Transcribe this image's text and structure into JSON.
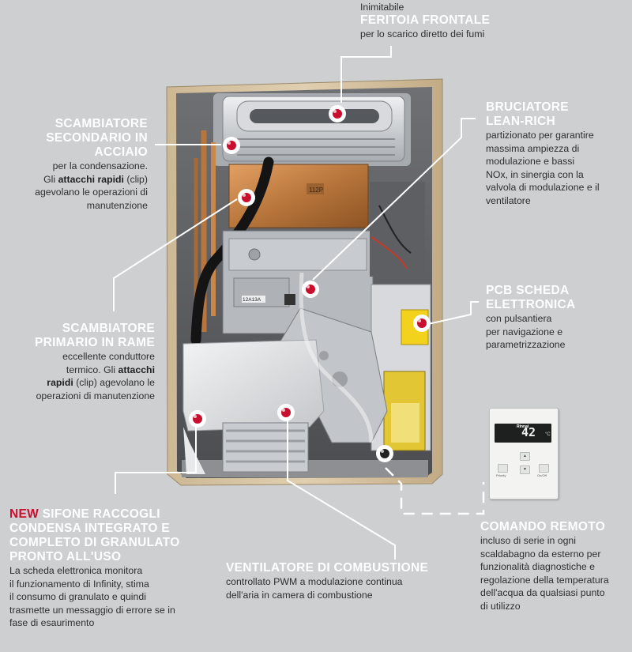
{
  "labels": {
    "feritoia": {
      "pre": "Inimitabile",
      "title": "FERITOIA FRONTALE",
      "body": "per lo scarico diretto dei fumi"
    },
    "scambiatore_secondario": {
      "title_l1": "SCAMBIATORE",
      "title_l2": "SECONDARIO IN",
      "title_l3": "ACCIAIO",
      "body_l1": "per la condensazione.",
      "body_l2_pre": "Gli ",
      "body_l2_bold": "attacchi rapidi",
      "body_l2_post": " (clip)",
      "body_l3": "agevolano le operazioni di",
      "body_l4": "manutenzione"
    },
    "bruciatore": {
      "title_l1": "BRUCIATORE",
      "title_l2": "LEAN-RICH",
      "body_l1": "partizionato per garantire",
      "body_l2": "massima ampiezza di",
      "body_l3": "modulazione e bassi",
      "body_l4": "NOx, in sinergia con la",
      "body_l5": "valvola di modulazione e il",
      "body_l6": "ventilatore"
    },
    "pcb": {
      "title_l1": "PCB SCHEDA",
      "title_l2": "ELETTRONICA",
      "body_l1": "con pulsantiera",
      "body_l2": "per navigazione e",
      "body_l3": "parametrizzazione"
    },
    "scambiatore_primario": {
      "title_l1": "SCAMBIATORE",
      "title_l2": "PRIMARIO IN RAME",
      "body_l1": "eccellente conduttore",
      "body_l2_pre": "termico. Gli ",
      "body_l2_bold": "attacchi",
      "body_l3_bold": "rapidi",
      "body_l3_post": " (clip) agevolano le",
      "body_l4": "operazioni di manutenzione"
    },
    "sifone": {
      "new": "NEW",
      "title_l1": " SIFONE RACCOGLI",
      "title_l2": "CONDENSA INTEGRATO E",
      "title_l3": "COMPLETO DI GRANULATO",
      "title_l4": "PRONTO ALL'USO",
      "body_l1": "La scheda elettronica monitora",
      "body_l2": "il funzionamento di Infinity, stima",
      "body_l3": "il consumo di granulato e quindi",
      "body_l4": "trasmette un messaggio di errore se in",
      "body_l5": "fase di esaurimento"
    },
    "ventilatore": {
      "title": "VENTILATORE DI COMBUSTIONE",
      "body_l1": "controllato PWM a modulazione continua",
      "body_l2": "dell'aria in camera di combustione"
    },
    "comando": {
      "title": "COMANDO REMOTO",
      "body_l1": "incluso di serie in ogni",
      "body_l2": "scaldabagno da esterno per",
      "body_l3": "funzionalità diagnostiche e",
      "body_l4": "regolazione della temperatura",
      "body_l5": "dell'acqua da qualsiasi punto",
      "body_l6": "di utilizzo"
    }
  },
  "remote": {
    "brand": "Rinnai",
    "display_value": "42",
    "unit": "°C",
    "btn_up": "▲",
    "btn_down": "▼",
    "tiny_left": "Priority",
    "tiny_right": "On/Off"
  },
  "device": {
    "heat_exchanger_code": "112P",
    "panel_code": "12A13A"
  },
  "colors": {
    "background": "#cdcfd1",
    "title_text": "#ffffff",
    "accent_new": "#c8102e",
    "marker": "#c8102e",
    "pcb_highlight": "#f2d21c",
    "copper": "#b87333"
  }
}
